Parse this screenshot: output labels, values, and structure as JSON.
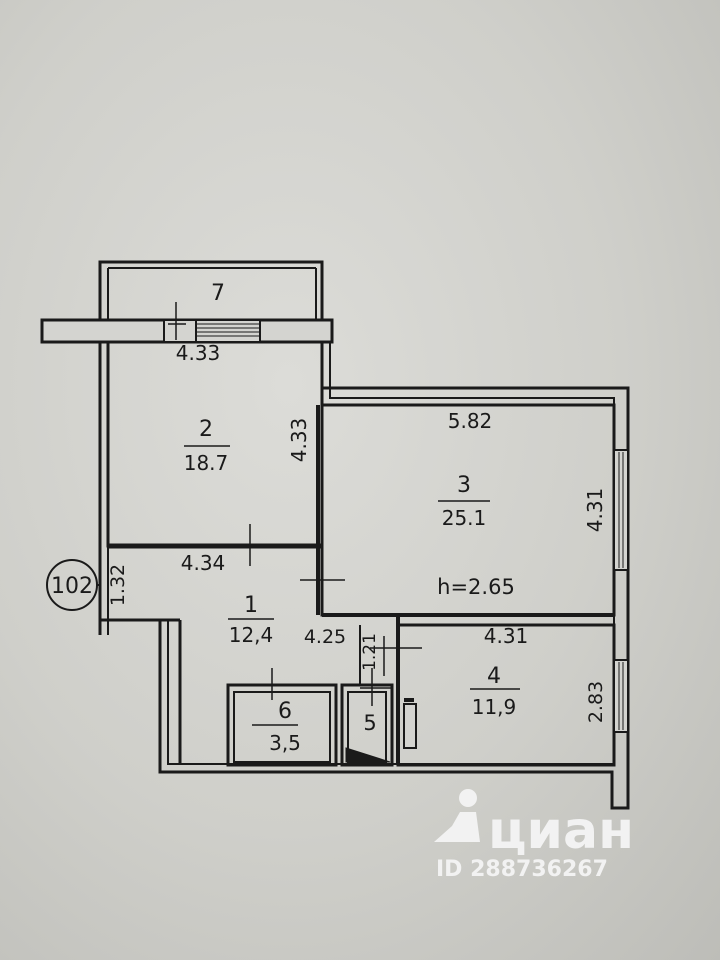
{
  "plan": {
    "unit_id": "102",
    "ceiling_height": "h=2.65",
    "rooms": [
      {
        "num": "1",
        "area": "12,4"
      },
      {
        "num": "2",
        "area": "18.7"
      },
      {
        "num": "3",
        "area": "25.1"
      },
      {
        "num": "4",
        "area": "11,9"
      },
      {
        "num": "5",
        "area": ""
      },
      {
        "num": "6",
        "area": "3,5"
      },
      {
        "num": "7",
        "area": ""
      }
    ],
    "dimensions": {
      "d_433_top": "4.33",
      "d_433_side": "4.33",
      "d_434": "4.34",
      "d_582": "5.82",
      "d_431_side": "4.31",
      "d_425": "4.25",
      "d_431_bottom": "4.31",
      "d_283": "2.83",
      "d_132": "1.32",
      "d_121": "1.21"
    }
  },
  "watermark": {
    "brand": "циан",
    "listing_id": "ID 288736267"
  },
  "colors": {
    "paper": "#d6d6d2",
    "wall": "#1a1a1a",
    "watermark": "#f2f2f2"
  }
}
